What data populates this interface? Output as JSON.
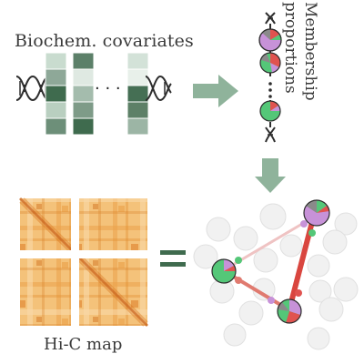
{
  "labels": {
    "biochem": "Biochem. covariates",
    "membership_line1": "Membership",
    "membership_line2": "proportions",
    "hic": "Hi-C map",
    "ellipsis": "· · ·"
  },
  "colors": {
    "green_dark": "#3f6b4e",
    "green_light": "#c9dccf",
    "arrow": "#8fb39b",
    "pie_green": "#54c778",
    "pie_purple": "#c792d8",
    "pie_red": "#e0534f",
    "pie_gray": "#8a8a8a",
    "edge_red": "#d9463f",
    "edge_pink": "#efc3c3",
    "hic_orange": "#e8a13a"
  }
}
